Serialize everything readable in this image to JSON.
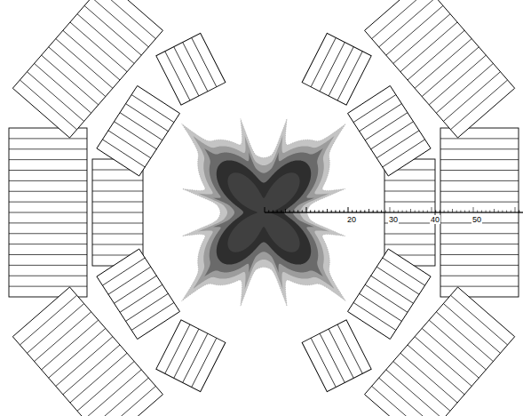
{
  "diagram": {
    "labels": [
      "20",
      "30",
      "40",
      "50"
    ]
  }
}
